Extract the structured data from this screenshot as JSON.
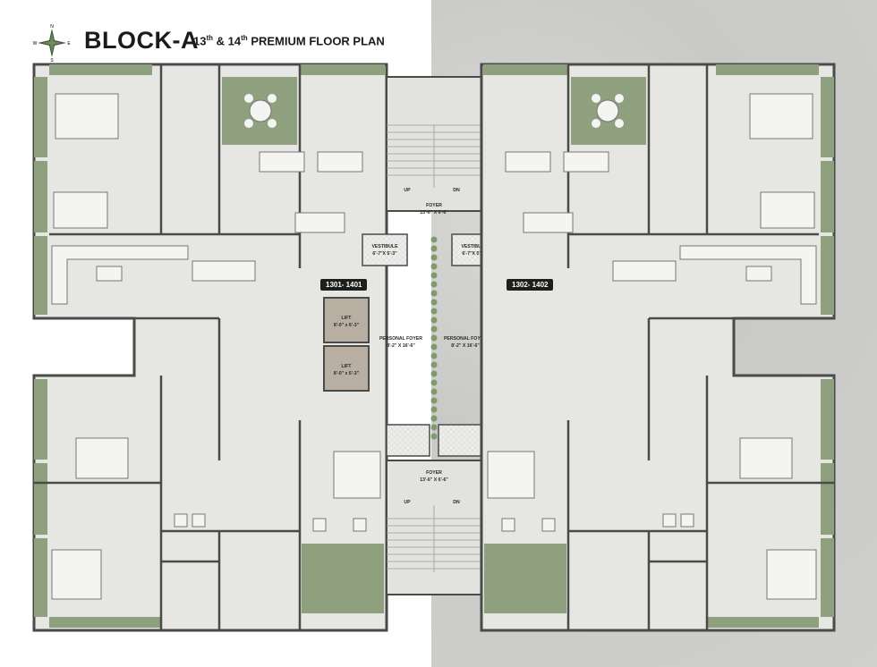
{
  "title": {
    "block": "BLOCK-A",
    "floor_a": "13",
    "floor_a_sup": "th",
    "amp": "&",
    "floor_b": "14",
    "floor_b_sup": "th",
    "rest": "PREMIUM FLOOR PLAN"
  },
  "compass": {
    "n": "N",
    "s": "S",
    "e": "E",
    "w": "W"
  },
  "unit_tags": {
    "left": "1301- 1401",
    "right": "1302- 1402"
  },
  "labels": {
    "up": "UP",
    "dn": "DN",
    "foyer": "FOYER",
    "foyer_dim": "13'-6\" X 6'-6\"",
    "vestibule": "VESTIBULE",
    "vestibule_dim": "6'-7\"X 5'-3\"",
    "lift": "LIFT",
    "lift_dim": "8'-0\" x 6'-3\"",
    "personal_foyer": "PERSONAL FOYER",
    "personal_foyer_dim": "8'-2\" X 16'-6\""
  },
  "colors": {
    "wall": "#4a4a4a",
    "floor": "#e6e6e3",
    "green": "#8fa07f",
    "lift": "#b9aea2",
    "background_right": "#cbcbc9"
  }
}
